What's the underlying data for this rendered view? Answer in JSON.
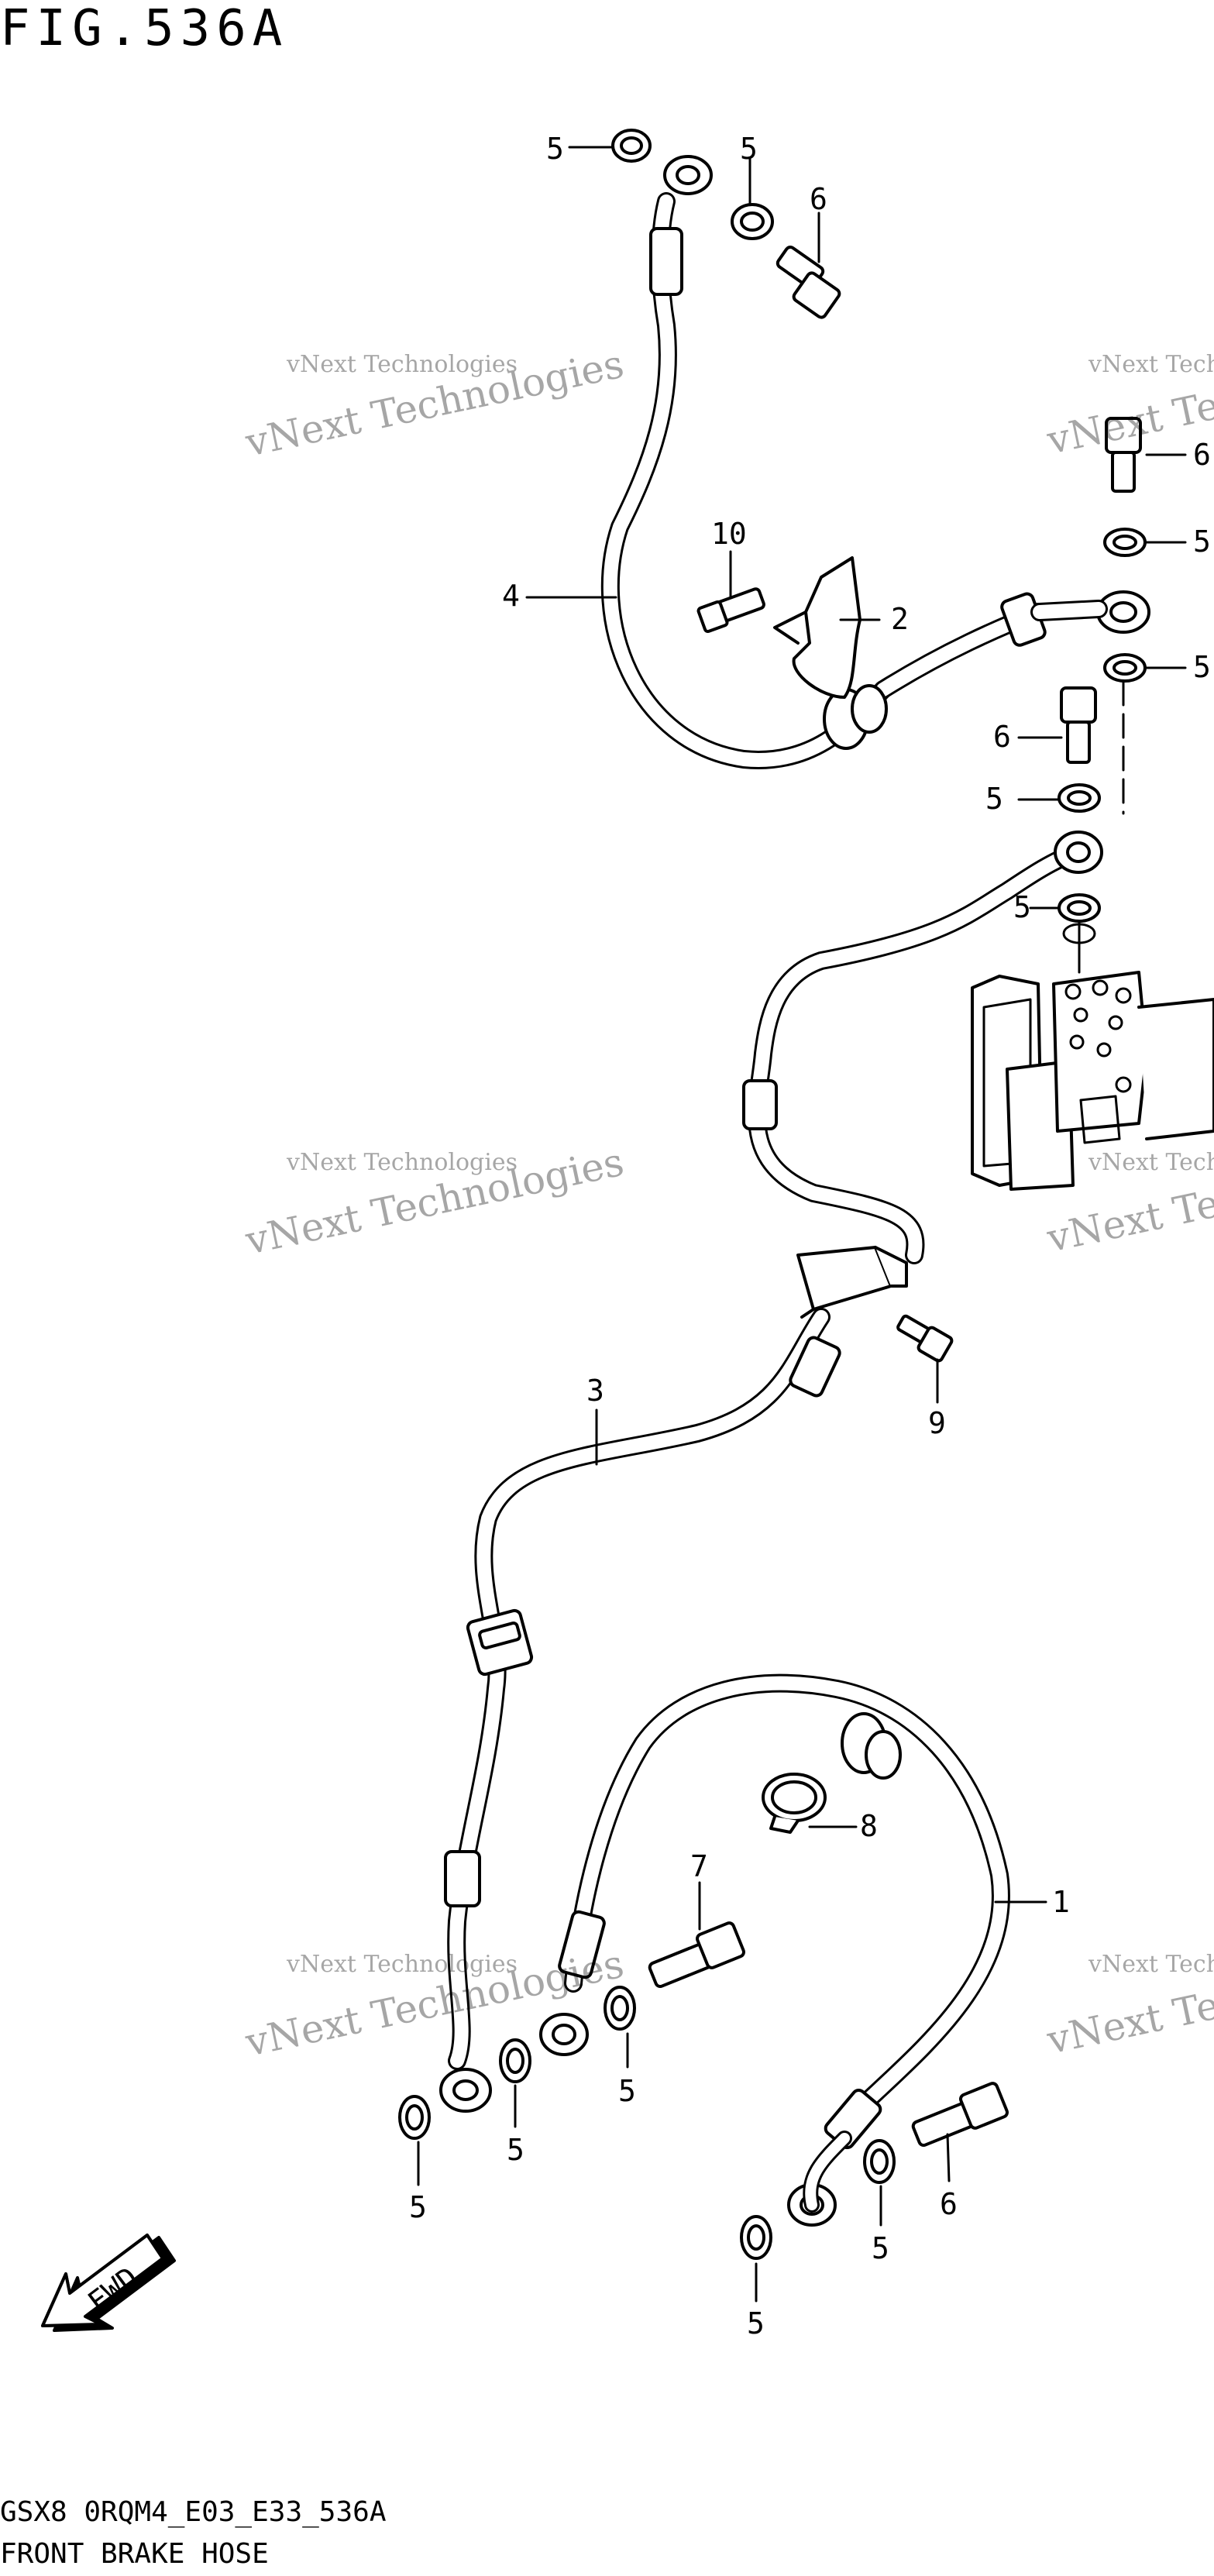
{
  "figure": {
    "title": "FIG.536A"
  },
  "footer": {
    "model_code": "GSX8 0RQM4_E03_E33_536A",
    "caption": "FRONT BRAKE HOSE"
  },
  "fwd_label": "FWD",
  "watermark": {
    "line1": "vNext Technologies",
    "line2": "vNext Technologies"
  },
  "callouts": {
    "c5a": "5",
    "c5b": "5",
    "c6a": "6",
    "c6b": "6",
    "c5c": "5",
    "c10": "10",
    "c2": "2",
    "c4": "4",
    "c5d": "5",
    "c6c": "6",
    "c5e": "5",
    "c5f": "5",
    "c3": "3",
    "c9": "9",
    "c8": "8",
    "c7": "7",
    "c1": "1",
    "c5g": "5",
    "c5h": "5",
    "c5i": "5",
    "c6d": "6",
    "c5j": "5",
    "c5k": "5"
  },
  "colors": {
    "line": "#000000",
    "background": "#ffffff"
  }
}
